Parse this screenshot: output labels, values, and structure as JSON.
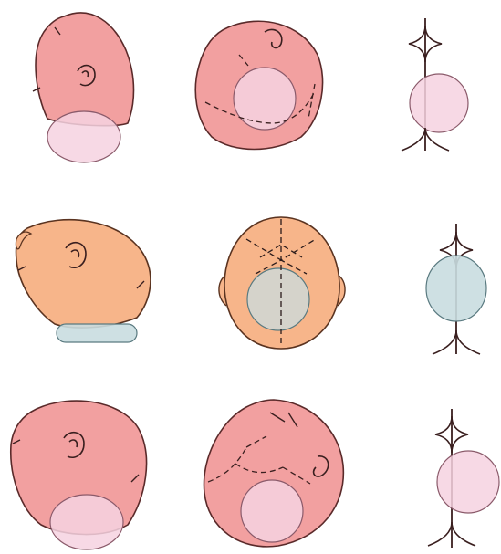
{
  "figure": {
    "colors": {
      "pink_fill": "#f2a0a0",
      "pink_stroke": "#5a2a2a",
      "pink_circle": "#f6d2e0",
      "orange_fill": "#f7b58a",
      "orange_stroke": "#5a3320",
      "teal_circle": "#c9dde0",
      "line": "#3a1f1f",
      "suture": "#2a1a1a"
    },
    "rows": [
      {
        "row": "top",
        "views": [
          "lateral-head-view",
          "top-head-view",
          "suture-schematic"
        ],
        "circle_tone": "pink"
      },
      {
        "row": "middle",
        "views": [
          "lateral-head-view",
          "vertex-head-view",
          "suture-schematic"
        ],
        "circle_tone": "teal"
      },
      {
        "row": "bottom",
        "views": [
          "lateral-head-view",
          "oblique-head-view",
          "suture-schematic"
        ],
        "circle_tone": "pink"
      }
    ]
  }
}
